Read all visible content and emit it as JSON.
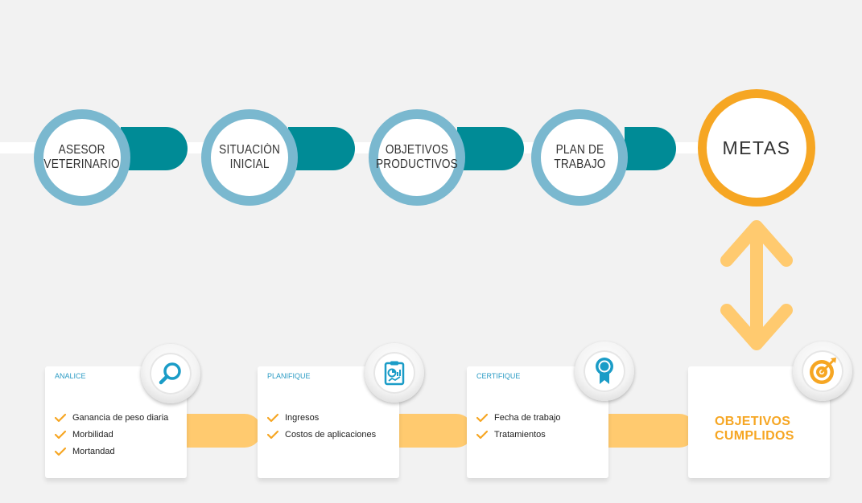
{
  "colors": {
    "teal": "#008b96",
    "light_blue_ring": "#7ab8cf",
    "orange": "#f6a623",
    "light_orange": "#ffca6f",
    "title_blue": "#2a9bc4"
  },
  "process": {
    "steps": [
      {
        "label": "ASESOR\nVETERINARIO"
      },
      {
        "label": "SITUACIÓN\nINICIAL"
      },
      {
        "label": "OBJETIVOS\nPRODUCTIVOS"
      },
      {
        "label": "PLAN DE\nTRABAJO"
      }
    ],
    "goal": {
      "label": "METAS"
    }
  },
  "cards": [
    {
      "title": "ANALICE",
      "icon": "magnifier-icon",
      "items": [
        "Ganancia de peso diaria",
        "Morbilidad",
        "Mortandad"
      ]
    },
    {
      "title": "PLANIFIQUE",
      "icon": "clipboard-chart-icon",
      "items": [
        "Ingresos",
        "Costos de aplicaciones"
      ]
    },
    {
      "title": "CERTIFIQUE",
      "icon": "award-ribbon-icon",
      "items": [
        "Fecha de trabajo",
        "Tratamientos"
      ]
    },
    {
      "label": "OBJETIVOS\nCUMPLIDOS",
      "icon": "target-arrow-icon"
    }
  ]
}
